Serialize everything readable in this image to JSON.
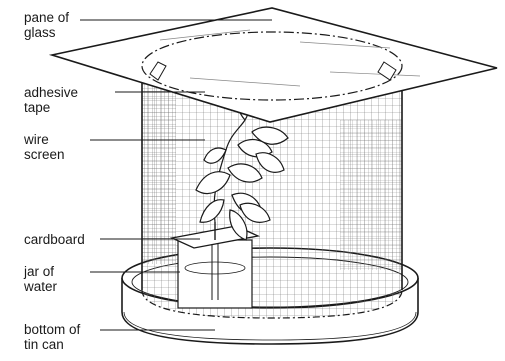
{
  "labels": {
    "pane_of_glass": [
      "pane of",
      "glass"
    ],
    "adhesive_tape": [
      "adhesive",
      "tape"
    ],
    "wire_screen": [
      "wire",
      "screen"
    ],
    "cardboard": [
      "cardboard"
    ],
    "jar_of_water": [
      "jar of",
      "water"
    ],
    "bottom_of_tin_can": [
      "bottom of",
      "tin can"
    ]
  },
  "colors": {
    "ink": "#1a1a1a",
    "background": "#ffffff"
  }
}
